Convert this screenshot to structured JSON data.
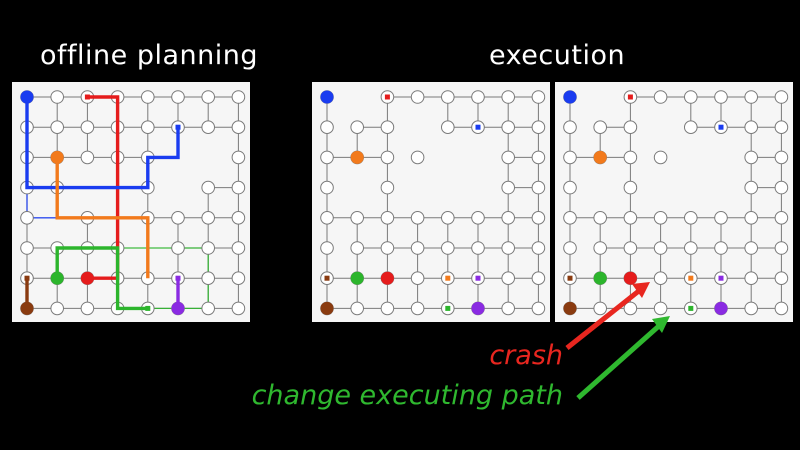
{
  "titles": {
    "offline": "offline planning",
    "execution": "execution"
  },
  "annotations": {
    "crash": "crash",
    "change": "change executing path"
  },
  "colors": {
    "node_fill": "#ffffff",
    "node_stroke": "#7a7a7a",
    "grid_line": "#7a7a7a",
    "blue": "#1a3cf0",
    "orange": "#f27a1c",
    "red": "#e51c1c",
    "green": "#2cb52c",
    "brown": "#8a3b10",
    "purple": "#8a2be2",
    "crash_arrow": "#e8261f",
    "change_arrow": "#2fb82f"
  },
  "grid": {
    "cols": 8,
    "rows": 8
  },
  "panels": [
    {
      "id": "offline",
      "missing_nodes": [
        [
          6,
          2
        ],
        [
          1,
          4
        ],
        [
          2,
          3
        ],
        [
          3,
          3
        ],
        [
          3,
          4
        ],
        [
          5,
          2
        ],
        [
          5,
          3
        ],
        [
          4,
          5
        ]
      ],
      "missing_edges": [],
      "goals": [
        {
          "c": 2,
          "r": 0,
          "color": "red"
        },
        {
          "c": 5,
          "r": 1,
          "color": "blue"
        },
        {
          "c": 0,
          "r": 6,
          "color": "brown"
        },
        {
          "c": 5,
          "r": 6,
          "color": "purple"
        },
        {
          "c": 4,
          "r": 7,
          "color": "green"
        }
      ],
      "agents": [
        {
          "c": 0,
          "r": 0,
          "color": "blue"
        },
        {
          "c": 1,
          "r": 2,
          "color": "orange"
        },
        {
          "c": 1,
          "r": 6,
          "color": "green"
        },
        {
          "c": 2,
          "r": 6,
          "color": "red"
        },
        {
          "c": 0,
          "r": 7,
          "color": "brown"
        },
        {
          "c": 5,
          "r": 7,
          "color": "purple"
        }
      ],
      "paths": [
        {
          "color": "red",
          "pts": [
            [
              2,
              0
            ],
            [
              3,
              0
            ],
            [
              3,
              6
            ],
            [
              2,
              6
            ]
          ]
        },
        {
          "color": "blue",
          "pts": [
            [
              0,
              0
            ],
            [
              0,
              3
            ],
            [
              4,
              3
            ],
            [
              4,
              2
            ],
            [
              5,
              2
            ],
            [
              5,
              1
            ]
          ]
        },
        {
          "color": "orange",
          "pts": [
            [
              1,
              2
            ],
            [
              1,
              4
            ],
            [
              4,
              4
            ],
            [
              4,
              6
            ]
          ]
        },
        {
          "color": "green",
          "pts": [
            [
              1,
              6
            ],
            [
              1,
              5
            ],
            [
              3,
              5
            ],
            [
              3,
              7
            ],
            [
              4,
              7
            ]
          ]
        },
        {
          "color": "brown",
          "pts": [
            [
              0,
              6
            ],
            [
              0,
              7
            ]
          ]
        },
        {
          "color": "purple",
          "pts": [
            [
              5,
              6
            ],
            [
              5,
              7
            ]
          ]
        }
      ],
      "thin_paths": [
        {
          "color": "blue",
          "pts": [
            [
              0,
              3
            ],
            [
              0,
              4
            ],
            [
              4,
              4
            ]
          ]
        },
        {
          "color": "green",
          "pts": [
            [
              3,
              5
            ],
            [
              6,
              5
            ],
            [
              6,
              7
            ],
            [
              4,
              7
            ]
          ]
        }
      ]
    },
    {
      "id": "exec1",
      "missing_nodes": [
        [
          1,
          0
        ],
        [
          3,
          1
        ],
        [
          4,
          2
        ],
        [
          5,
          2
        ],
        [
          1,
          3
        ],
        [
          3,
          3
        ],
        [
          4,
          3
        ],
        [
          5,
          3
        ]
      ],
      "missing_edges": [
        [
          [
            0,
            1
          ],
          [
            1,
            1
          ]
        ],
        [
          [
            2,
            2
          ],
          [
            3,
            2
          ]
        ],
        [
          [
            0,
            5
          ],
          [
            1,
            5
          ]
        ]
      ],
      "goals": [
        {
          "c": 2,
          "r": 0,
          "color": "red"
        },
        {
          "c": 5,
          "r": 1,
          "color": "blue"
        },
        {
          "c": 0,
          "r": 6,
          "color": "brown"
        },
        {
          "c": 4,
          "r": 6,
          "color": "orange"
        },
        {
          "c": 5,
          "r": 6,
          "color": "purple"
        },
        {
          "c": 4,
          "r": 7,
          "color": "green"
        }
      ],
      "agents": [
        {
          "c": 0,
          "r": 0,
          "color": "blue"
        },
        {
          "c": 1,
          "r": 2,
          "color": "orange"
        },
        {
          "c": 1,
          "r": 6,
          "color": "green"
        },
        {
          "c": 2,
          "r": 6,
          "color": "red"
        },
        {
          "c": 0,
          "r": 7,
          "color": "brown"
        },
        {
          "c": 5,
          "r": 7,
          "color": "purple"
        }
      ],
      "paths": [],
      "thin_paths": []
    },
    {
      "id": "exec2",
      "missing_nodes": [
        [
          1,
          0
        ],
        [
          3,
          1
        ],
        [
          4,
          2
        ],
        [
          5,
          2
        ],
        [
          1,
          3
        ],
        [
          3,
          3
        ],
        [
          4,
          3
        ],
        [
          5,
          3
        ]
      ],
      "missing_edges": [
        [
          [
            0,
            1
          ],
          [
            1,
            1
          ]
        ],
        [
          [
            2,
            2
          ],
          [
            3,
            2
          ]
        ],
        [
          [
            0,
            5
          ],
          [
            1,
            5
          ]
        ]
      ],
      "goals": [
        {
          "c": 2,
          "r": 0,
          "color": "red"
        },
        {
          "c": 5,
          "r": 1,
          "color": "blue"
        },
        {
          "c": 0,
          "r": 6,
          "color": "brown"
        },
        {
          "c": 4,
          "r": 6,
          "color": "orange"
        },
        {
          "c": 5,
          "r": 6,
          "color": "purple"
        },
        {
          "c": 4,
          "r": 7,
          "color": "green"
        }
      ],
      "agents": [
        {
          "c": 0,
          "r": 0,
          "color": "blue"
        },
        {
          "c": 1,
          "r": 2,
          "color": "orange"
        },
        {
          "c": 1,
          "r": 6,
          "color": "green"
        },
        {
          "c": 2,
          "r": 6,
          "color": "red"
        },
        {
          "c": 0,
          "r": 7,
          "color": "brown"
        },
        {
          "c": 5,
          "r": 7,
          "color": "purple"
        }
      ],
      "paths": [],
      "thin_paths": []
    }
  ]
}
